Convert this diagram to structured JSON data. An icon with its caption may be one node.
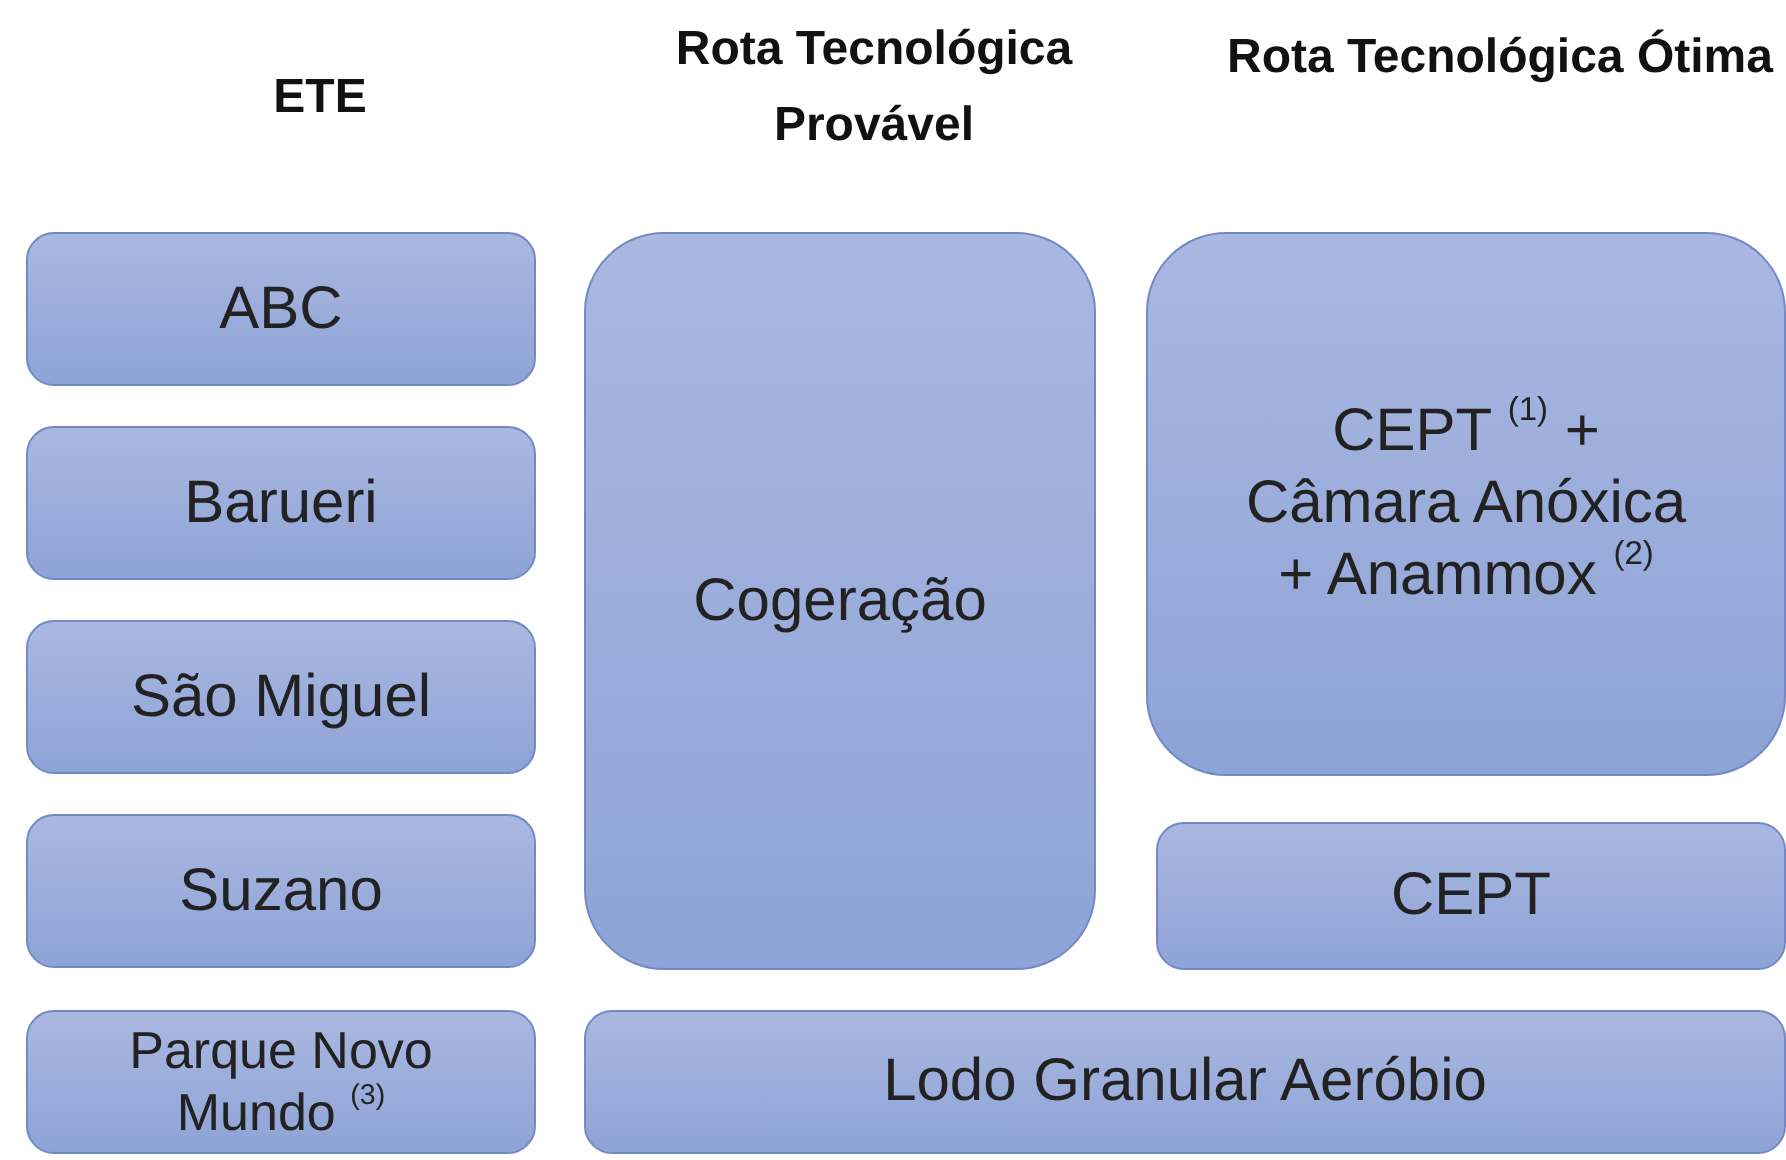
{
  "diagram": {
    "nodes": [
      {
        "text": [
          "ABC"
        ]
      },
      {
        "text": [
          "Barueri"
        ]
      },
      {
        "text": [
          "São Miguel"
        ]
      },
      {
        "text": [
          "Suzano"
        ]
      },
      {
        "text": [
          "Parque Novo Mundo $^{(3)}$"
        ]
      },
      {
        "text": [
          "Cogeração"
        ]
      },
      {
        "text": [
          "CEPT $^{(1)}$ + Câmara Anóxica + Anammox $^{(2)}$"
        ]
      },
      {
        "text": [
          "CEPT"
        ]
      },
      {
        "text": [
          "Lodo Granular Aeróbio"
        ]
      }
    ],
    "labels": [
      "ETE",
      "Rota Tecnológica Provável",
      "Rota Tecnológica Ótima"
    ]
  }
}
